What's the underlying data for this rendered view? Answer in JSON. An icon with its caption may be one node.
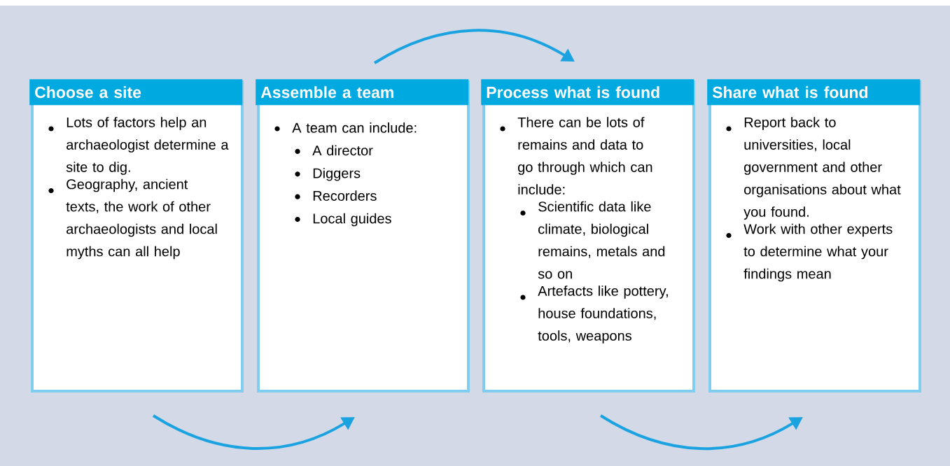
{
  "diagram": {
    "nodes": [
      {
        "text": [
          "Choose a site",
          "Lots of factors help an archaeologist determine a site to dig.",
          "Geography, ancient texts, the work of other archaeologists and local myths can all help"
        ]
      },
      {
        "text": [
          "Assemble a team",
          "A team can include:",
          "A director",
          "Diggers",
          "Recorders",
          "Local guides"
        ]
      },
      {
        "text": [
          "Process what is found",
          "There can be lots of remains and data to go through which can include:",
          "Scientific data like climate, biological remains, metals and so on",
          "Artefacts like pottery, house foundations, tools, weapons"
        ]
      },
      {
        "text": [
          "Share what is found",
          "Report back to universities, local government and other organisations about what you found.",
          "Work with other experts to determine what your findings mean"
        ]
      }
    ],
    "edges": [
      {
        "from": 0,
        "to": 1,
        "arrow": "to"
      },
      {
        "from": 1,
        "to": 2,
        "arrow": "to"
      },
      {
        "from": 2,
        "to": 3,
        "arrow": "to"
      }
    ]
  }
}
